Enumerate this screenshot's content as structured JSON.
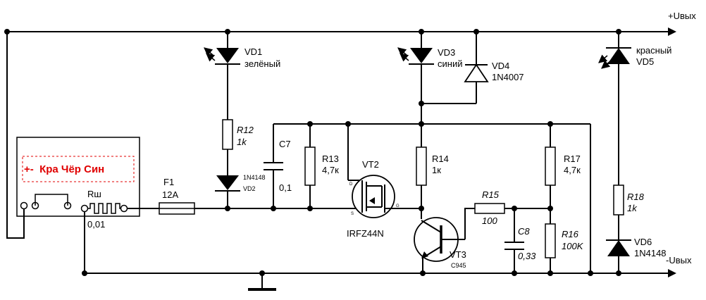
{
  "rails": {
    "plus": "+Uвых",
    "minus": "-Uвых"
  },
  "shunt": {
    "name": "Rш",
    "value": "0,01"
  },
  "meter": {
    "display_text": "+-  Кра Чёр Син"
  },
  "fuse": {
    "name": "F1",
    "value": "12A"
  },
  "vd1": {
    "name": "VD1",
    "desc": "зелёный"
  },
  "r12": {
    "name": "R12",
    "value": "1k"
  },
  "vd2": {
    "part": "1N4148",
    "name": "VD2"
  },
  "c7": {
    "name": "C7",
    "value": "0,1"
  },
  "r13": {
    "name": "R13",
    "value": "4,7к"
  },
  "vt2": {
    "name": "VT2",
    "part": "IRFZ44N",
    "pin_d": "D",
    "pin_s": "S",
    "pin_g": "G"
  },
  "vd3": {
    "name": "VD3",
    "desc": "синий"
  },
  "vd4": {
    "name": "VD4",
    "part": "1N4007"
  },
  "r14": {
    "name": "R14",
    "value": "1к"
  },
  "r15": {
    "name": "R15",
    "value": "100"
  },
  "c8": {
    "name": "C8",
    "value": "0,33"
  },
  "r16": {
    "name": "R16",
    "value": "100K"
  },
  "r17": {
    "name": "R17",
    "value": "4,7к"
  },
  "vt3": {
    "name": "VT3",
    "part": "C945"
  },
  "vd5": {
    "desc": "красный",
    "name": "VD5"
  },
  "r18": {
    "name": "R18",
    "value": "1k"
  },
  "vd6": {
    "name": "VD6",
    "part": "1N4148"
  },
  "colors": {
    "wire": "#000000",
    "display_text": "#e00000",
    "background": "#ffffff"
  }
}
